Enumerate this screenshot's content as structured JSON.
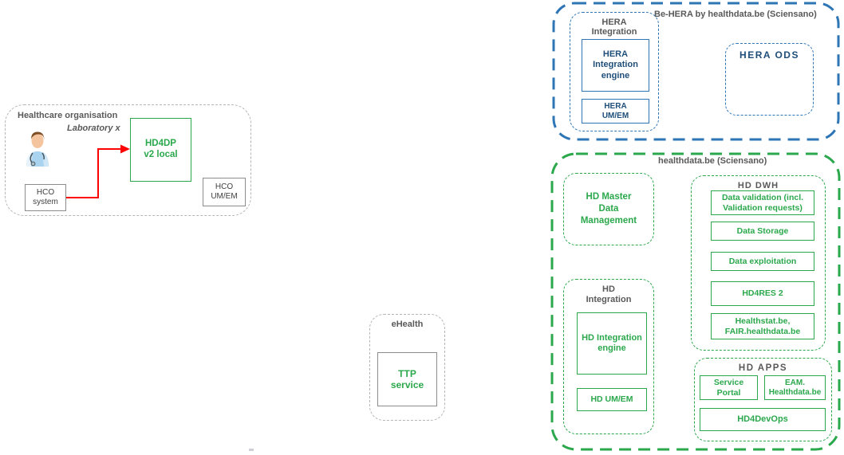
{
  "colors": {
    "green": "#2ba84c",
    "blue": "#2e75b6",
    "navy": "#1f4e79",
    "gray_text": "#595959",
    "red": "#ff0000"
  },
  "hco": {
    "title": "Healthcare organisation",
    "subtitle": "Laboratory x",
    "doctor_icon": "doctor-icon",
    "system_box": "HCO\nsystem",
    "hd4dp_box": "HD4DP\nv2 local",
    "umem_box": "HCO\nUM/EM"
  },
  "ehealth": {
    "title": "eHealth",
    "ttp_box": "TTP\nservice"
  },
  "behera": {
    "title": "Be-HERA by healthdata.be (Sciensano)",
    "integration": {
      "title": "HERA\nIntegration",
      "engine_box": "HERA\nIntegration\nengine",
      "umem_box": "HERA\nUM/EM"
    },
    "ods": {
      "title": "HERA ODS"
    }
  },
  "healthdata": {
    "title": "healthdata.be (Sciensano)",
    "mdm_box": "HD Master\nData\nManagement",
    "integration": {
      "title": "HD\nIntegration",
      "engine_box": "HD Integration\nengine",
      "umem_box": "HD UM/EM"
    },
    "dwh": {
      "title": "HD DWH",
      "boxes": [
        "Data validation (incl.\nValidation requests)",
        "Data Storage",
        "Data exploitation",
        "HD4RES 2",
        "Healthstat.be,\nFAIR.healthdata.be"
      ]
    },
    "apps": {
      "title": "HD APPS",
      "service_portal_box": "Service\nPortal",
      "eam_box": "EAM.\nHealthdata.be",
      "devops_box": "HD4DevOps"
    }
  }
}
